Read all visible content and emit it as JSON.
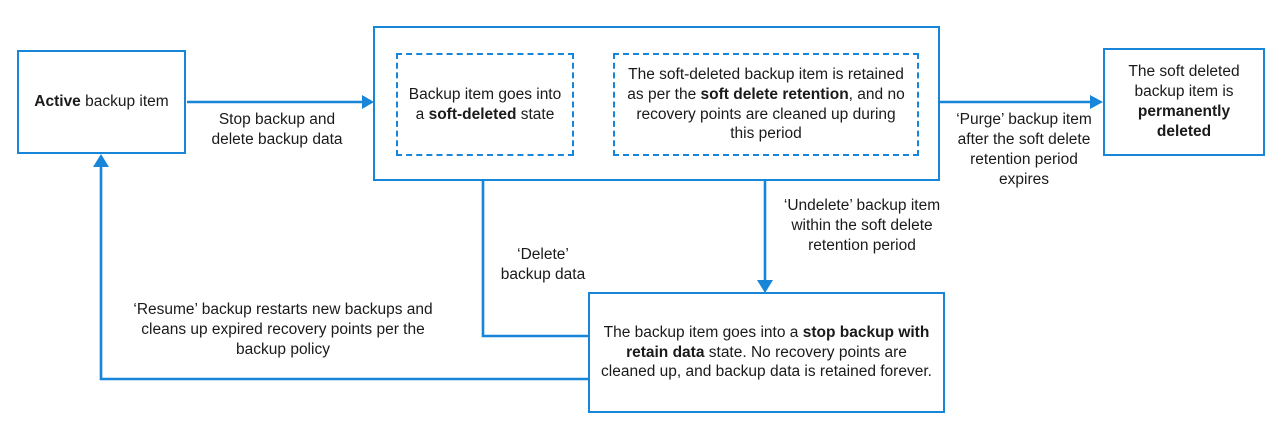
{
  "diagram": {
    "title": "Azure Backup soft delete lifecycle",
    "accent_color": "#1886D8",
    "text_color": "#1a1a1a",
    "background": "#ffffff"
  },
  "nodes": {
    "active_item": {
      "text_plain": "Active backup item",
      "text_html": "<b>Active</b> backup item",
      "style": "solid"
    },
    "soft_deleted_state": {
      "text_plain": "Backup item goes into a soft-deleted state",
      "text_html": "Backup item goes into a <b>soft-deleted</b> state",
      "style": "dashed"
    },
    "retention_note": {
      "text_plain": "The soft-deleted backup item is retained as per the soft delete retention, and no recovery points are cleaned up during this period",
      "text_html": "The soft-deleted backup item is retained as per the <b>soft delete retention</b>, and no recovery points are cleaned up during this period",
      "style": "dashed"
    },
    "permanently_deleted": {
      "text_plain": "The soft deleted backup item is permanently deleted",
      "text_html": "The soft deleted backup item is <b>permanently deleted</b>",
      "style": "solid"
    },
    "stop_backup_retain_data": {
      "text_plain": "The backup item goes into a stop backup with retain data state. No recovery points are cleaned up, and backup data is retained forever.",
      "text_html": "The backup item goes into a <b>stop backup with retain data</b> state. No recovery points are cleaned up, and backup data is retained forever.",
      "style": "solid"
    }
  },
  "edge_labels": {
    "stop_and_delete": "Stop backup and delete  backup data",
    "purge": "‘Purge’ backup item after the soft delete retention period expires",
    "undelete": "‘Undelete’ backup item within the soft delete retention period",
    "delete_backup_data": "‘Delete’ backup data",
    "resume": "‘Resume’ backup restarts new backups and cleans up expired recovery points per the backup policy"
  }
}
